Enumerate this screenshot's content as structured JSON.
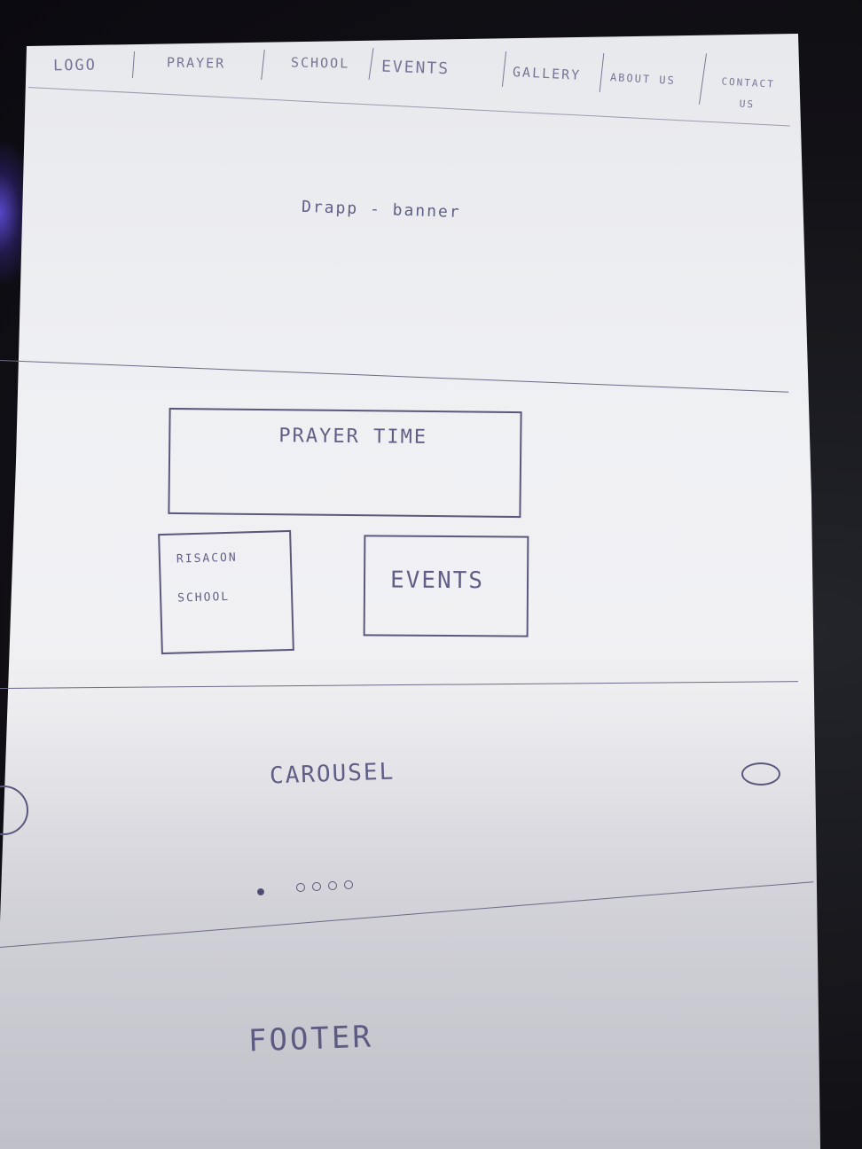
{
  "navbar": {
    "items": [
      {
        "label": "LOGO"
      },
      {
        "label": "PRAYER"
      },
      {
        "label": "SCHOOL"
      },
      {
        "label": "EVENTS"
      },
      {
        "label": "GALLERY"
      },
      {
        "label": "ABOUT US"
      },
      {
        "label": "CONTACT US"
      }
    ]
  },
  "hero": {
    "text": "Drapp - banner"
  },
  "cards": {
    "prayer_time": "PRAYER TIME",
    "school_line1": "RISACON",
    "school_line2": "SCHOOL",
    "events": "EVENTS"
  },
  "carousel": {
    "label": "CAROUSEL",
    "dots_total": 5,
    "active_dot": 1,
    "icons": [
      "chevron-left-icon",
      "chevron-right-icon"
    ]
  },
  "footer": {
    "label": "FOOTER"
  },
  "colors": {
    "ink": "#5a587c",
    "paper": "#eeeff2"
  }
}
